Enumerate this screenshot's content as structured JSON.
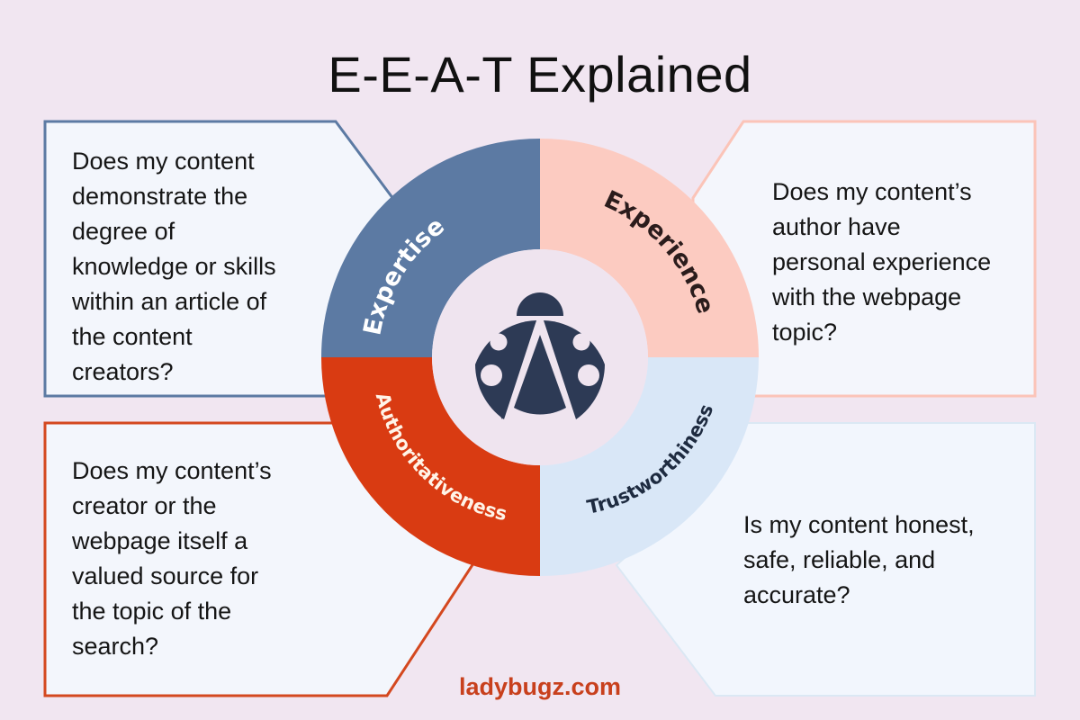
{
  "title": "E-E-A-T Explained",
  "footer": {
    "brand": "ladybugz.com"
  },
  "colors": {
    "background": "#f1e6f1",
    "expertise": "#5c7aa3",
    "experience": "#fccbc1",
    "authoritativeness": "#d93b12",
    "trustworthiness": "#d9e7f7",
    "inner_circle": "#efe4ef",
    "ladybug": "#2d3a55",
    "box_fill": "#f3f6fc",
    "brand": "#c8401d"
  },
  "segments": [
    {
      "id": "expertise",
      "label": "Expertise",
      "label_color": "#ffffff"
    },
    {
      "id": "experience",
      "label": "Experience",
      "label_color": "#2b1c1c"
    },
    {
      "id": "authoritativeness",
      "label": "Authoritativeness",
      "label_color": "#fff4e8"
    },
    {
      "id": "trustworthiness",
      "label": "Trustworthiness",
      "label_color": "#1e2b40"
    }
  ],
  "center_icon": "ladybug-icon",
  "boxes": {
    "expertise": {
      "lines": [
        "Does my content",
        "demonstrate the",
        "degree of",
        "knowledge or skills",
        "within an article of",
        "the content",
        "creators?"
      ]
    },
    "experience": {
      "lines": [
        "Does my content’s",
        "author have",
        "personal experience",
        "with the webpage",
        "topic?"
      ]
    },
    "authoritativeness": {
      "lines": [
        "Does my content’s",
        "creator or the",
        "webpage itself a",
        "valued source for",
        "the topic of the",
        "search?"
      ]
    },
    "trustworthiness": {
      "lines": [
        "Is my content honest,",
        "safe, reliable, and",
        "accurate?"
      ]
    }
  }
}
